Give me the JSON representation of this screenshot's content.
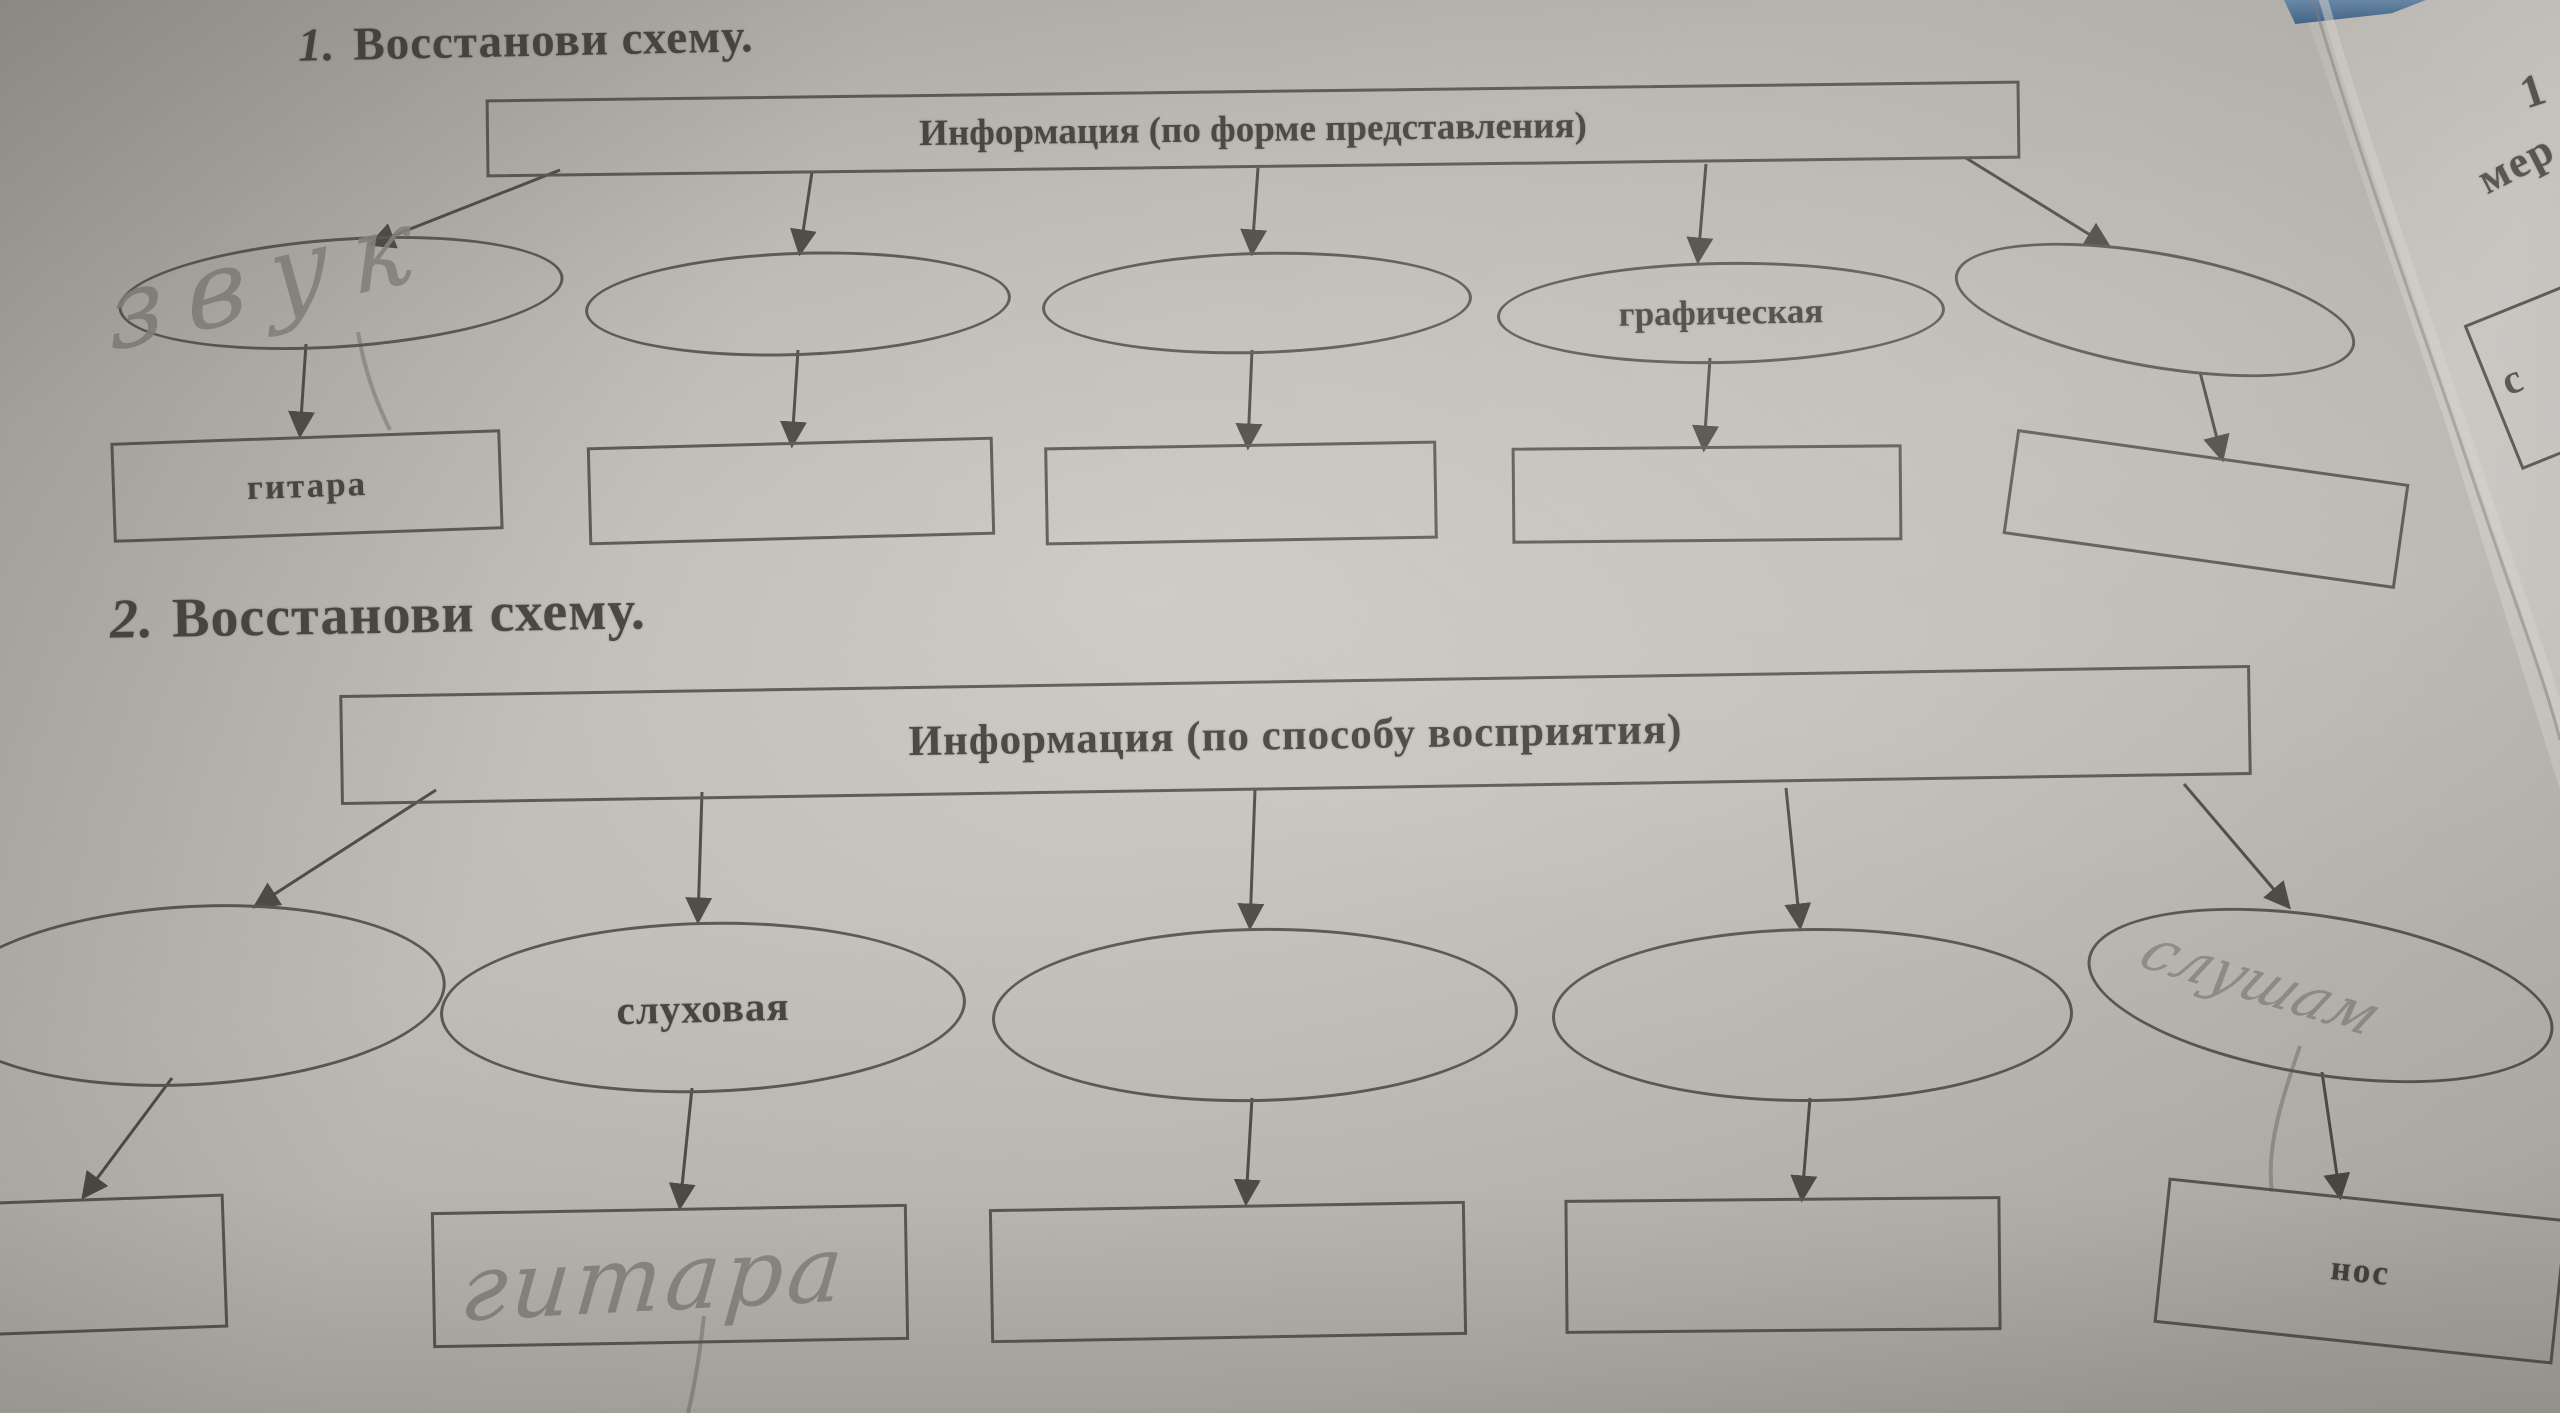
{
  "colors": {
    "paper": "#c9c6c0",
    "ink": "#45423b",
    "line": "#5b5852",
    "pencil": "#8f8b84",
    "blue_object": "#4a6f96"
  },
  "exercise1": {
    "number": "1.",
    "title": "Восстанови схему.",
    "root": "Информация (по форме представления)",
    "ovals": [
      {
        "text": "звук",
        "handwritten": true
      },
      {
        "text": "",
        "handwritten": false
      },
      {
        "text": "",
        "handwritten": false
      },
      {
        "text": "графическая",
        "handwritten": false
      },
      {
        "text": "",
        "handwritten": false
      }
    ],
    "slots": [
      {
        "text": "гитара",
        "handwritten": false
      },
      {
        "text": "",
        "handwritten": false
      },
      {
        "text": "",
        "handwritten": false
      },
      {
        "text": "",
        "handwritten": false
      },
      {
        "text": "",
        "handwritten": false
      }
    ]
  },
  "exercise2": {
    "number": "2.",
    "title": "Восстанови схему.",
    "root": "Информация (по способу восприятия)",
    "ovals": [
      {
        "text": "",
        "handwritten": false
      },
      {
        "text": "слуховая",
        "handwritten": false
      },
      {
        "text": "",
        "handwritten": false
      },
      {
        "text": "",
        "handwritten": false
      },
      {
        "text": "слушам",
        "handwritten": true
      }
    ],
    "slots": [
      {
        "text": "",
        "handwritten": false
      },
      {
        "text": "гитара",
        "handwritten": true
      },
      {
        "text": "",
        "handwritten": false
      },
      {
        "text": "",
        "handwritten": false
      },
      {
        "text": "нос",
        "handwritten": false
      }
    ]
  },
  "adjacent_page": {
    "fragment_top": "1",
    "fragment_mid": "мер",
    "fragment_box": "с"
  }
}
